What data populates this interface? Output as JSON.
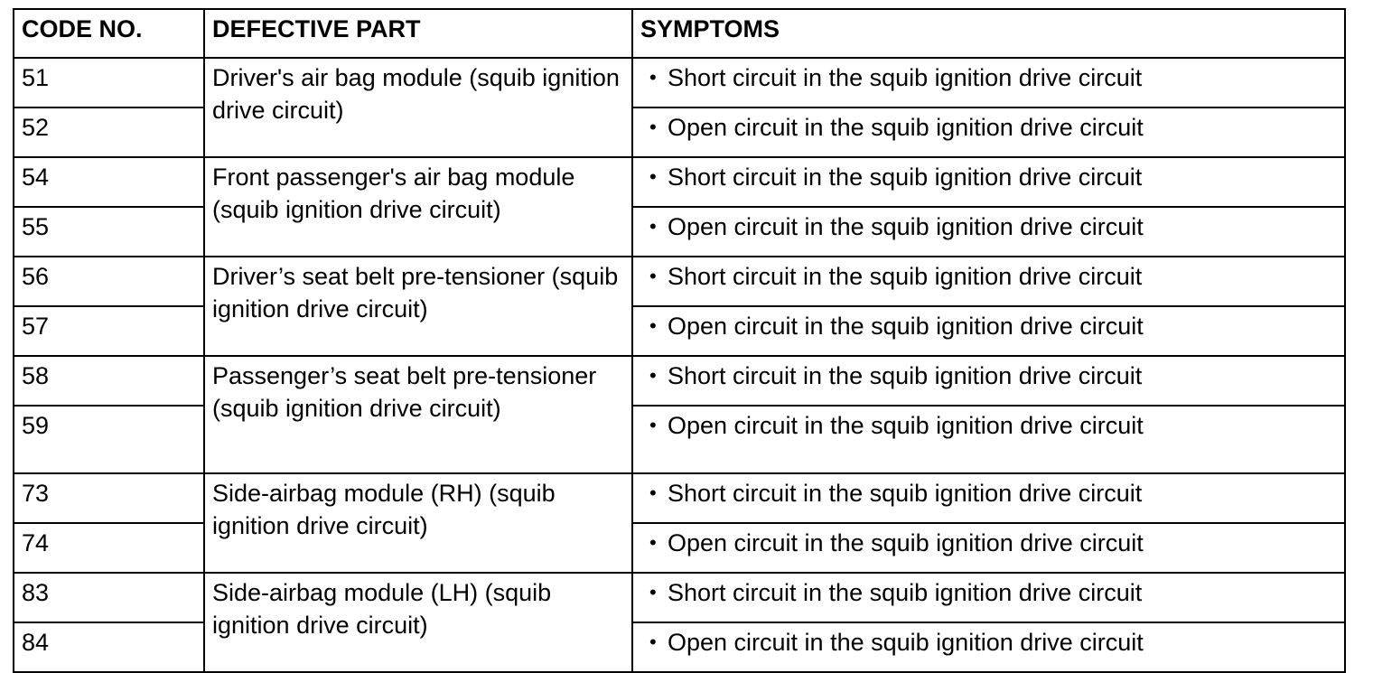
{
  "headers": {
    "code": "CODE NO.",
    "part": "DEFECTIVE PART",
    "symptoms": "SYMPTOMS"
  },
  "bullet_glyph": "•",
  "groups": [
    {
      "part": "Driver's air bag module (squib ignition drive circuit)",
      "rows": [
        {
          "code": "51",
          "symptom": "Short circuit in the squib ignition drive circuit"
        },
        {
          "code": "52",
          "symptom": "Open circuit in the squib ignition drive circuit"
        }
      ]
    },
    {
      "part": "Front passenger's air bag module (squib ignition drive circuit)",
      "rows": [
        {
          "code": "54",
          "symptom": "Short circuit in the squib ignition drive circuit"
        },
        {
          "code": "55",
          "symptom": "Open circuit in the squib ignition drive circuit"
        }
      ]
    },
    {
      "part": "Driver’s seat belt pre-tensioner (squib ignition drive circuit)",
      "rows": [
        {
          "code": "56",
          "symptom": "Short circuit in the squib ignition drive circuit"
        },
        {
          "code": "57",
          "symptom": "Open circuit in the squib ignition drive circuit"
        }
      ]
    },
    {
      "part": "Passenger’s seat belt pre-tensioner (squib ignition drive circuit)",
      "rows": [
        {
          "code": "58",
          "symptom": "Short circuit in the squib ignition drive circuit"
        },
        {
          "code": "59",
          "symptom": "Open circuit in the squib ignition drive circuit"
        }
      ]
    },
    {
      "part": "Side-airbag module (RH) (squib ignition drive circuit)",
      "rows": [
        {
          "code": "73",
          "symptom": "Short circuit in the squib ignition drive circuit"
        },
        {
          "code": "74",
          "symptom": "Open circuit in the squib ignition drive circuit"
        }
      ]
    },
    {
      "part": "Side-airbag module (LH) (squib ignition drive circuit)",
      "rows": [
        {
          "code": "83",
          "symptom": "Short circuit in the squib ignition drive circuit"
        },
        {
          "code": "84",
          "symptom": "Open circuit in the squib ignition drive circuit"
        }
      ]
    }
  ]
}
